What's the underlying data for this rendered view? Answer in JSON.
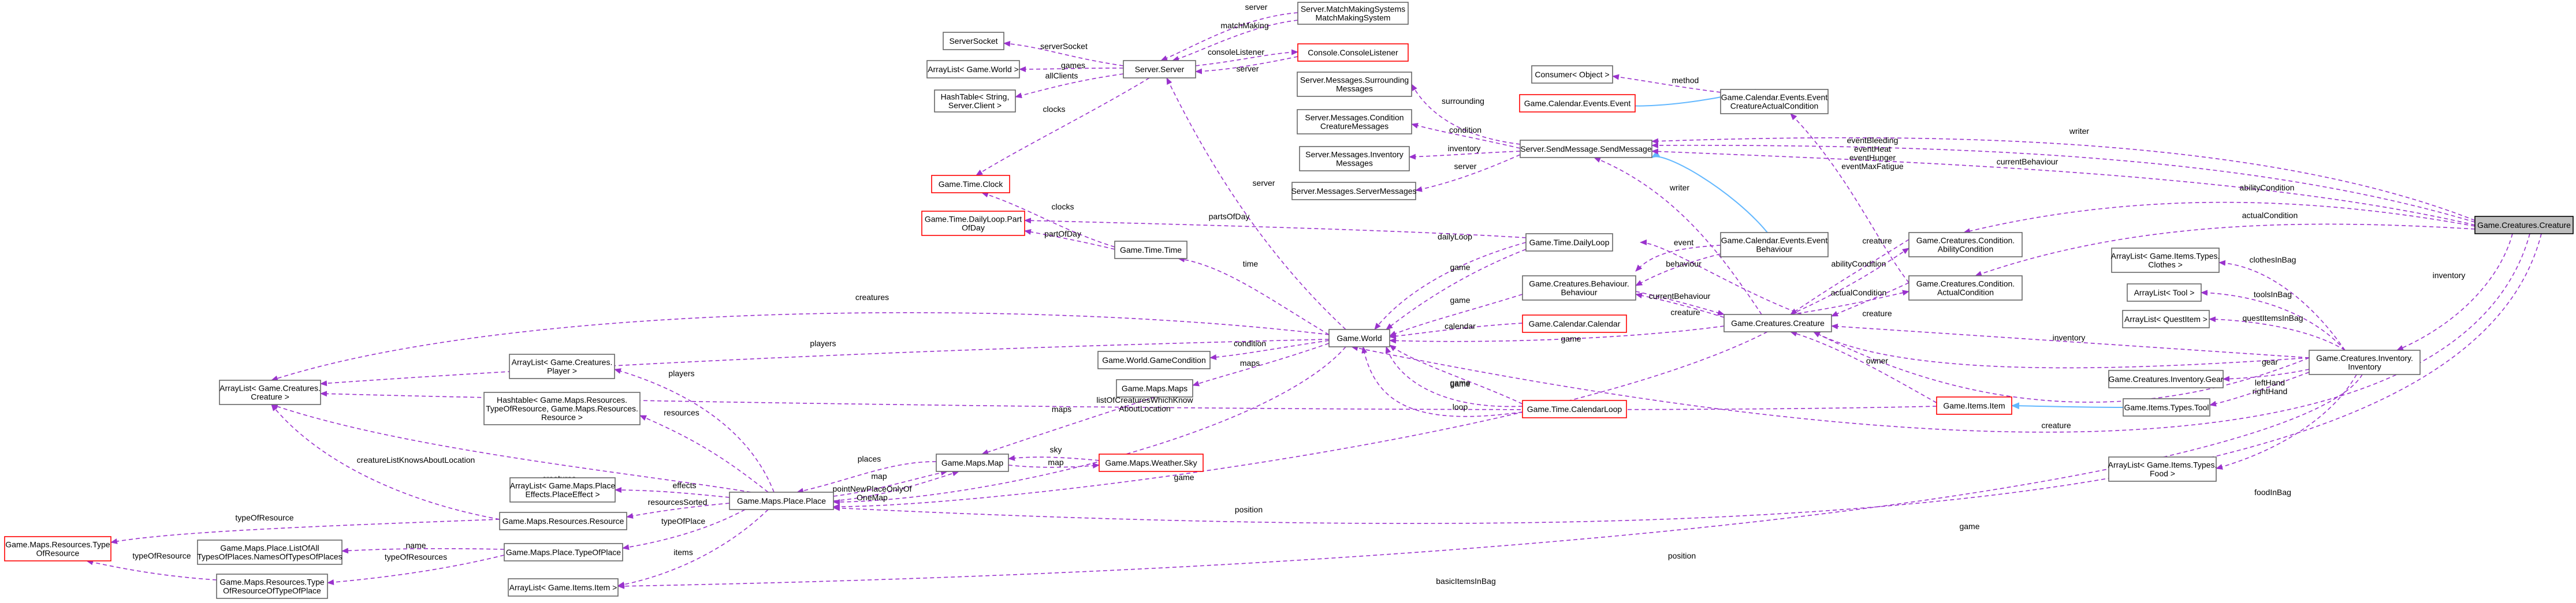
{
  "nodes": {
    "server_socket": "ServerSocket",
    "matchmaking_system": "Server.MatchMakingSystems\nMatchMakingSystem",
    "arraylist_world": "ArrayList< Game.World >",
    "server_server": "Server.Server",
    "console_listener": "Console.ConsoleListener",
    "hashtable_client": "HashTable< String,\nServer.Client >",
    "game_time_clock": "Game.Time.Clock",
    "dailyloop_partofday": "Game.Time.DailyLoop.Part\nOfDay",
    "game_time_time": "Game.Time.Time",
    "consumer_object": "Consumer< Object >",
    "calendar_event": "Game.Calendar.Events.Event",
    "event_actualcondition": "Game.Calendar.Events.Event\nCreatureActualCondition",
    "msg_surrounding": "Server.Messages.Surrounding\nMessages",
    "msg_condition": "Server.Messages.Condition\nCreatureMessages",
    "send_message": "Server.SendMessage.SendMessage",
    "msg_inventory": "Server.Messages.Inventory\nMessages",
    "msg_server": "Server.Messages.ServerMessages",
    "game_time_dailyloop": "Game.Time.DailyLoop",
    "event_behaviour": "Game.Calendar.Events.Event\nBehaviour",
    "creatures_behaviour": "Game.Creatures.Behaviour.\nBehaviour",
    "calendar_calendar": "Game.Calendar.Calendar",
    "game_world": "Game.World",
    "world_gamecondition": "Game.World.GameCondition",
    "arraylist_player": "ArrayList< Game.Creatures.\nPlayer >",
    "game_maps_maps": "Game.Maps.Maps",
    "hashtable_resource": "Hashtable< Game.Maps.Resources.\nTypeOfResource, Game.Maps.Resources.\nResource >",
    "arraylist_creature": "ArrayList< Game.Creatures.\nCreature >",
    "calendar_loop": "Game.Time.CalendarLoop",
    "game_maps_map": "Game.Maps.Map",
    "weather_sky": "Game.Maps.Weather.Sky",
    "arraylist_placeeffect": "ArrayList< Game.Maps.Place\nEffects.PlaceEffect >",
    "maps_resource": "Game.Maps.Resources.Resource",
    "maps_place": "Game.Maps.Place.Place",
    "typeofresource": "Game.Maps.Resources.Type\nOfResource",
    "listold_names": "Game.Maps.Place.ListOfAll\nTypesOfPlaces.NamesOfTypesOfPlaces",
    "typeofplace": "Game.Maps.Place.TypeOfPlace",
    "typeof_typeofplace": "Game.Maps.Resources.Type\nOfResourceOfTypeOfPlace",
    "arraylist_item": "ArrayList< Game.Items.Item >",
    "creatures_creature_mid": "Game.Creatures.Creature",
    "ability_condition": "Game.Creatures.Condition.\nAbilityCondition",
    "actual_condition": "Game.Creatures.Condition.\nActualCondition",
    "items_item": "Game.Items.Item",
    "arraylist_clothes": "ArrayList< Game.Items.Types.\nClothes >",
    "arraylist_tool": "ArrayList< Tool >",
    "arraylist_questitem": "ArrayList< QuestItem >",
    "inventory": "Game.Creatures.Inventory.\nInventory",
    "inventory_gear": "Game.Creatures.Inventory.Gear",
    "items_tool": "Game.Items.Types.Tool",
    "arraylist_food": "ArrayList< Game.Items.Types.\nFood >",
    "creature_focus": "Game.Creatures.Creature"
  },
  "edge_labels": {
    "server1": "server",
    "matchmaking": "matchMaking",
    "serversocket": "serverSocket",
    "games": "games",
    "consolelistener": "consoleListener",
    "server2": "server",
    "allclients": "allClients",
    "clocks1": "clocks",
    "clocks2": "clocks",
    "method": "method",
    "surrounding": "surrounding",
    "condition": "condition",
    "inventory_msg": "inventory",
    "server3": "server",
    "server4": "server",
    "partsofday": "partsOfDay",
    "partofday": "partOfDay",
    "dailyloop": "dailyLoop",
    "game1": "game",
    "time": "time",
    "event": "event",
    "behaviour": "behaviour",
    "game2": "game",
    "calendar": "calendar",
    "writer1": "writer",
    "currentbehaviour1": "currentBehaviour",
    "creature1": "creature",
    "game3": "game",
    "game4": "game",
    "creatures": "creatures",
    "players1": "players",
    "condition2": "condition",
    "maps1": "maps",
    "game5": "game",
    "loop": "loop",
    "listofcreatures": "listOfCreaturesWhichKnow\nAboutLocation",
    "maps2": "maps",
    "sky": "sky",
    "map1": "map",
    "places": "places",
    "map2": "map",
    "pointnew": "pointNewPlaceOnlyOf\nOneMap",
    "game6": "game",
    "players2": "players",
    "resources": "resources",
    "creatures2": "creatures",
    "effects": "effects",
    "creatureknows": "creatureListKnowsAboutLocation",
    "resourcessorted": "resourcesSorted",
    "typeofplace": "typeOfPlace",
    "typeofresource1": "typeOfResource",
    "name": "name",
    "typeofresource2": "typeOfResource",
    "typeofresources": "typeOfResources",
    "items": "items",
    "position1": "position",
    "eventbleeding": "eventBleeding\neventHeat\neventHunger\neventMaxFatigue",
    "writer2": "writer",
    "currentbehaviour2": "currentBehaviour",
    "abilitycondition1": "abilityCondition",
    "abilitycondition2": "abilityCondition",
    "actualcondition1": "actualCondition",
    "actualcondition2": "actualCondition",
    "creature2": "creature",
    "creature3": "creature",
    "creature4": "creature",
    "creature5": "creature",
    "owner": "owner",
    "inventory1": "inventory",
    "inventory2": "inventory",
    "clothesinbag": "clothesInBag",
    "toolsinbag": "toolsInBag",
    "questitemsinbag": "questItemsInBag",
    "gear": "gear",
    "lefthand": "leftHand\nrightHand",
    "foodinbag": "foodInBag",
    "game7": "game",
    "position2": "position",
    "basicitemsinbag": "basicItemsInBag"
  },
  "colors": {
    "edge_usage": "#9a32cd",
    "edge_inheritance": "#63b8ff",
    "node_border": "#666666",
    "node_border_missing": "#ff0000",
    "focus_fill": "#bfbfbf"
  }
}
